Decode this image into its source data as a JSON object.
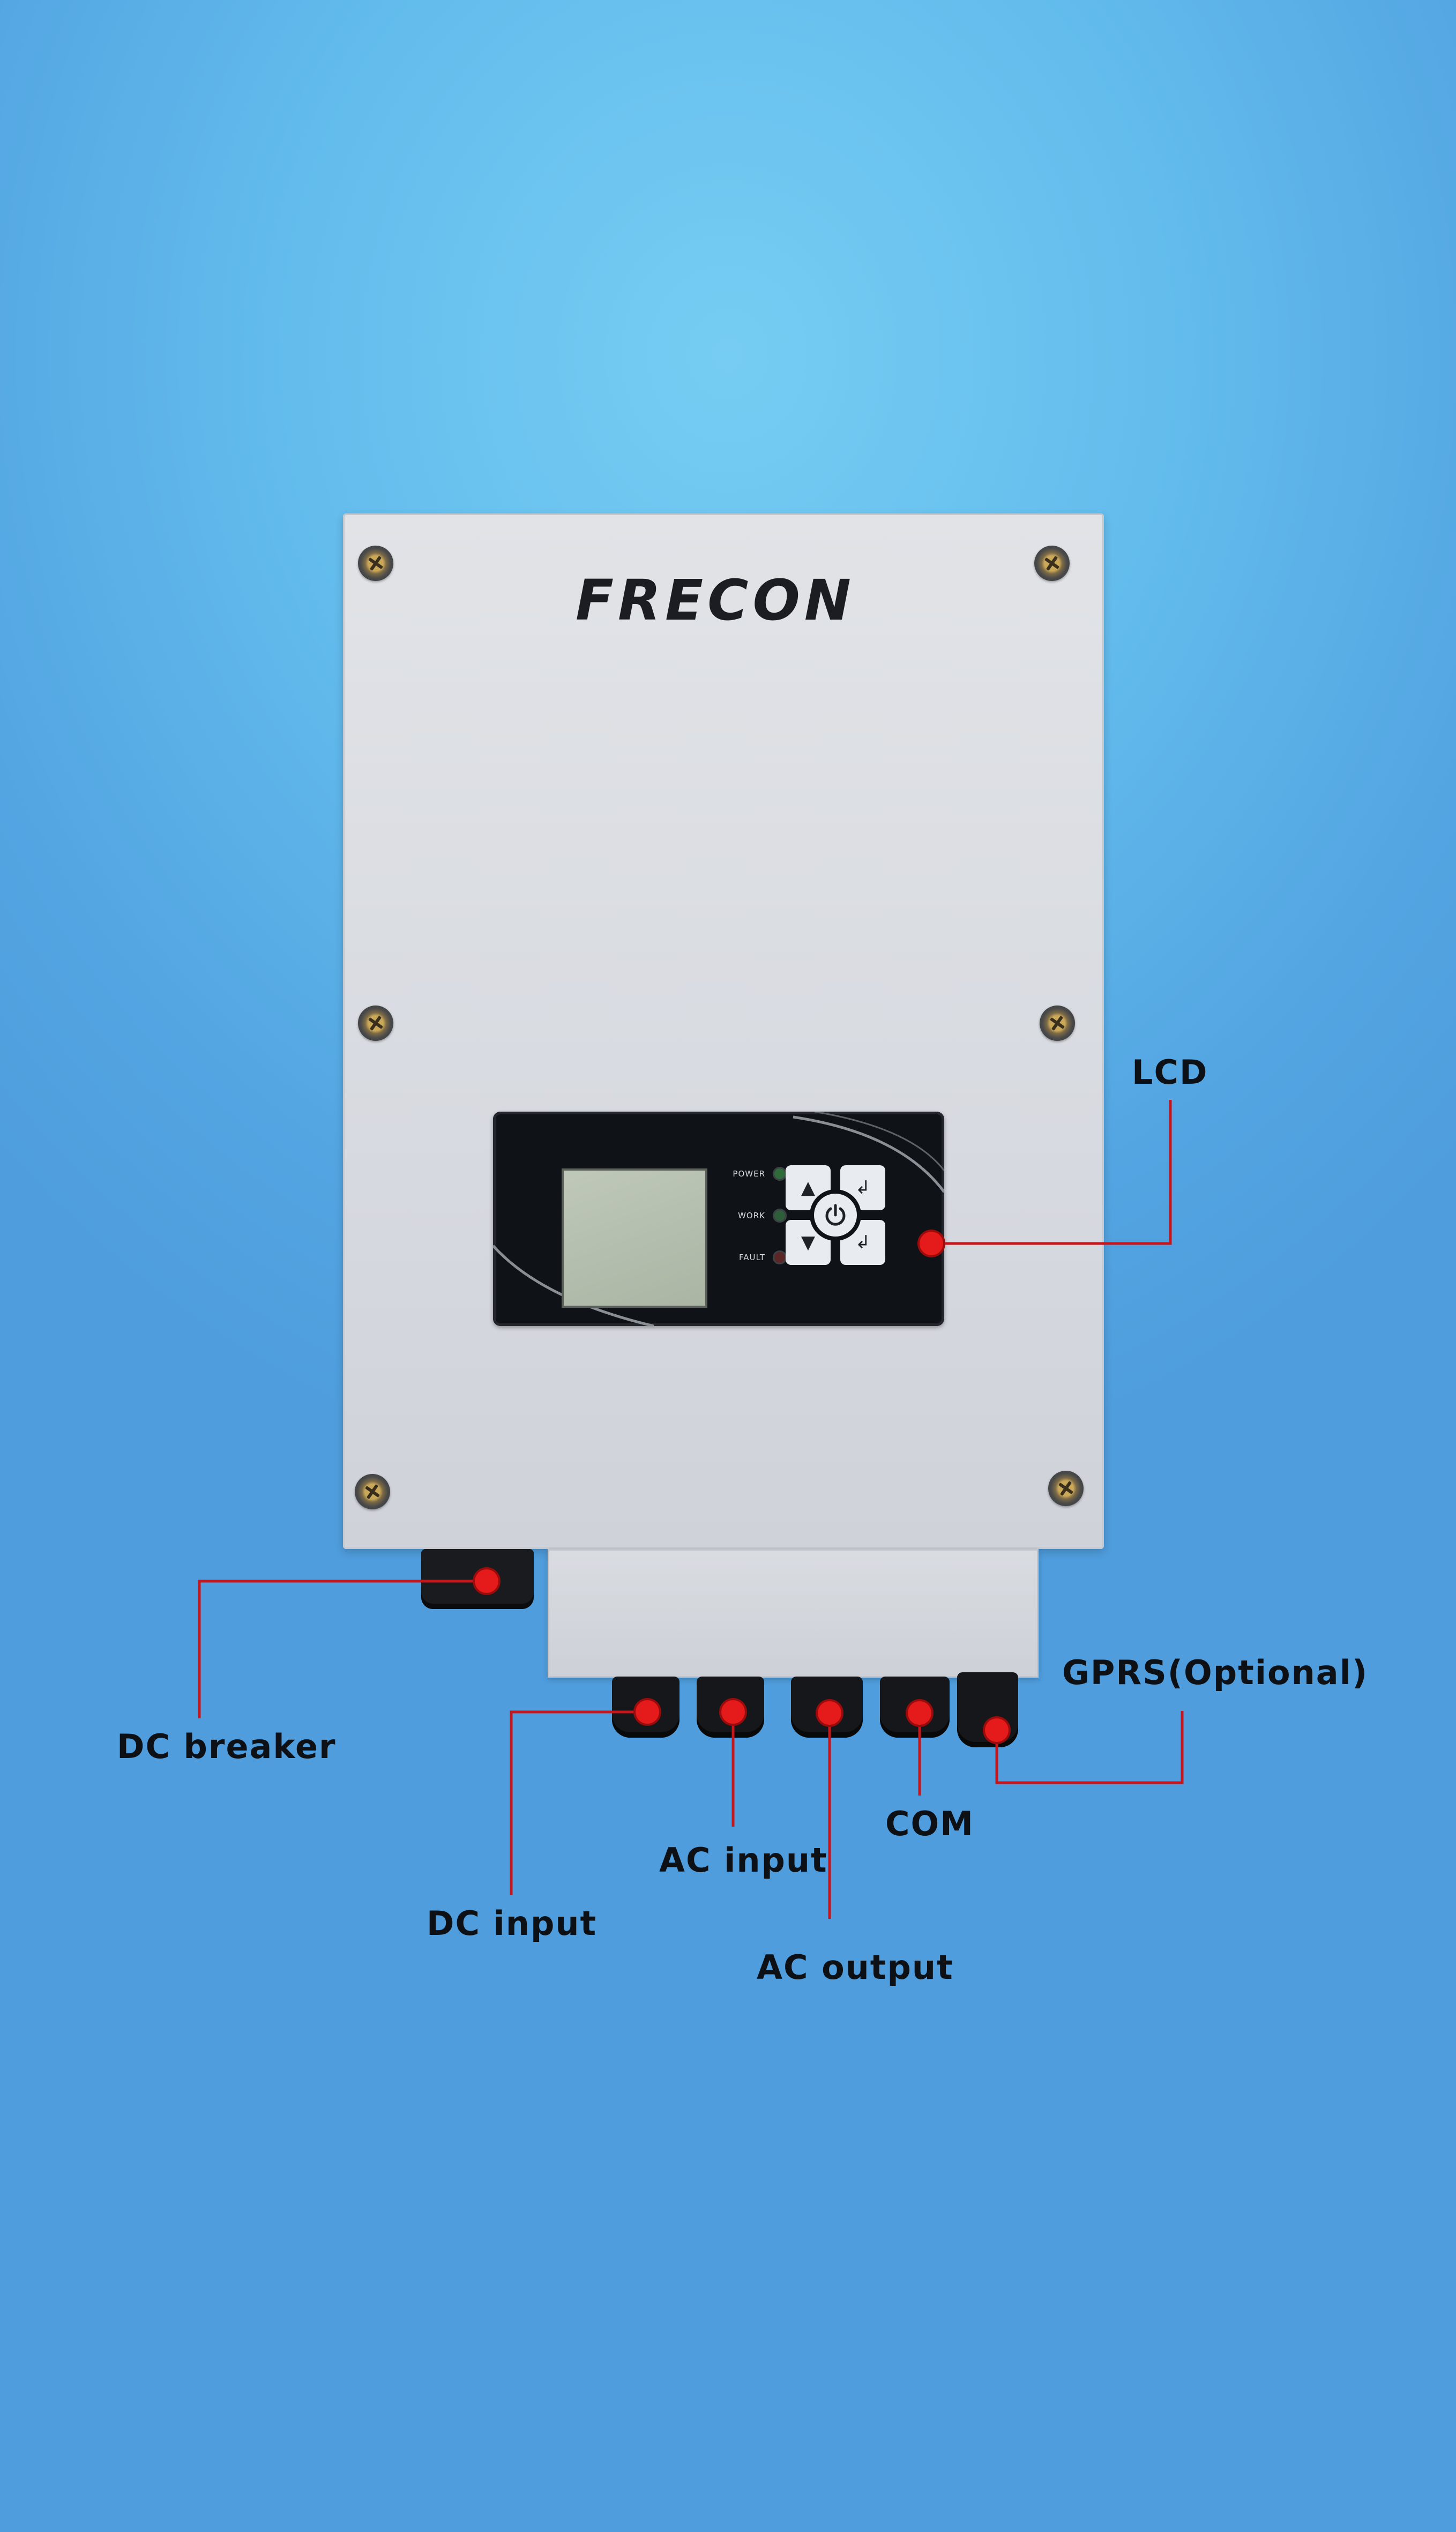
{
  "brand": {
    "logo_text": "FRECON"
  },
  "control_panel": {
    "leds": [
      {
        "label": "POWER",
        "color": "#2f6b3a"
      },
      {
        "label": "WORK",
        "color": "#2e5d3a"
      },
      {
        "label": "FAULT",
        "color": "#5a2626"
      }
    ],
    "keys": {
      "up_icon": "up-arrow-icon",
      "down_icon": "down-arrow-icon",
      "enter_icon": "enter-icon",
      "power_icon": "power-icon"
    }
  },
  "callouts": {
    "lcd": "LCD",
    "dc_breaker": "DC breaker",
    "dc_input": "DC input",
    "ac_input": "AC input",
    "ac_output": "AC output",
    "com": "COM",
    "gprs": "GPRS(Optional)"
  },
  "colors": {
    "marker": "#e51a1a",
    "leader_line": "#c8141b",
    "label_text": "#0d1115"
  }
}
